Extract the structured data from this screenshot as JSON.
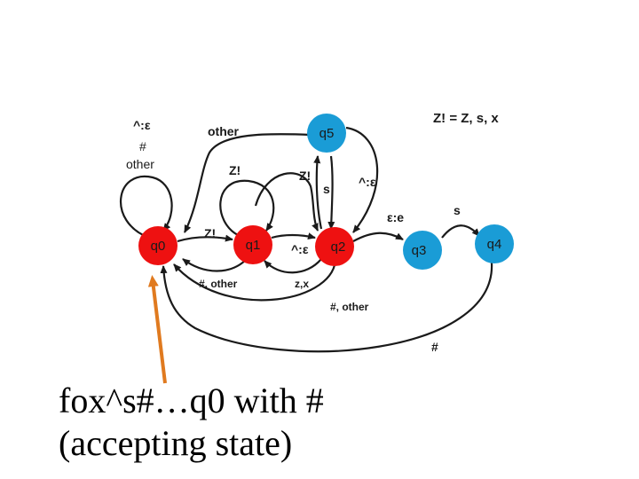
{
  "diagram": {
    "nodes": [
      {
        "id": "q0",
        "label": "q0",
        "color": "#ee1111"
      },
      {
        "id": "q1",
        "label": "q1",
        "color": "#ee1111"
      },
      {
        "id": "q2",
        "label": "q2",
        "color": "#ee1111"
      },
      {
        "id": "q3",
        "label": "q3",
        "color": "#1a9cd6"
      },
      {
        "id": "q4",
        "label": "q4",
        "color": "#1a9cd6"
      },
      {
        "id": "q5",
        "label": "q5",
        "color": "#1a9cd6"
      }
    ],
    "legend": "Z! = Z, s, x",
    "labels": {
      "q0_loop_1": "^:ε",
      "q0_loop_2": "#",
      "q0_loop_3": "other",
      "q5_to_q0": "other",
      "q1_loop": "Z!",
      "q0_to_q1": "Z!",
      "q2_to_q5": "Z!",
      "q5_to_q2": "s",
      "q5_to_q2_right": "^:ε",
      "q1_to_q2": "^:ε",
      "q1_to_q0": "#, other",
      "q2_to_q1": "z,x",
      "q2_to_q0": "#, other",
      "q2_to_q3": "ε:e",
      "q3_to_q4": "s",
      "q4_to_q0": "#"
    }
  },
  "caption": {
    "line1": "fox^s#…q0 with #",
    "line2": "(accepting state)"
  },
  "colors": {
    "red_state": "#ee1111",
    "blue_state": "#1a9cd6",
    "pointer_arrow": "#e07a1f"
  }
}
